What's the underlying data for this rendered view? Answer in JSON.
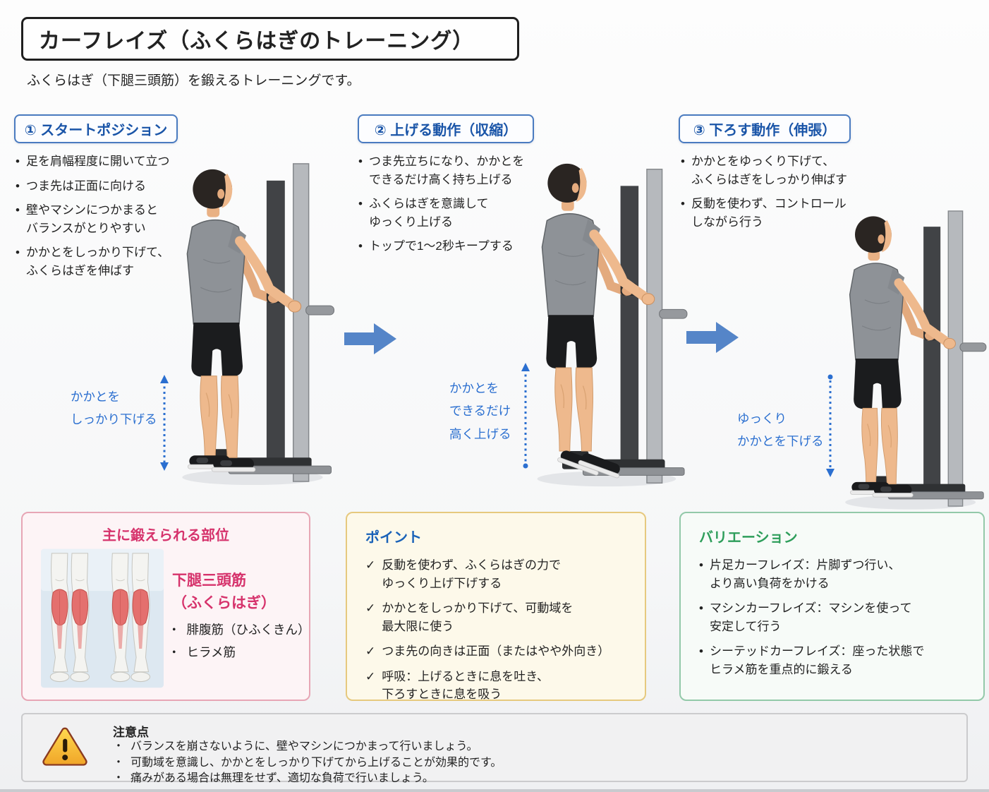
{
  "title": "カーフレイズ（ふくらはぎのトレーニング）",
  "subtitle": "ふくらはぎ（下腿三頭筋）を鍛えるトレーニングです。",
  "markers": {
    "bullet": "•",
    "check": "✓",
    "dot": "・"
  },
  "steps": [
    {
      "label": "① スタートポジション",
      "bullets": [
        [
          "足を肩幅程度に開いて立つ"
        ],
        [
          "つま先は正面に向ける"
        ],
        [
          "壁やマシンにつかまると",
          "バランスがとりやすい"
        ],
        [
          "かかとをしっかり下げて、",
          "ふくらはぎを伸ばす"
        ]
      ],
      "annotation": [
        "かかとを",
        "しっかり下げる"
      ],
      "arrow_style": "both",
      "figure_pose": "heels-down"
    },
    {
      "label": "② 上げる動作（収縮）",
      "bullets": [
        [
          "つま先立ちになり、かかとを",
          "できるだけ高く持ち上げる"
        ],
        [
          "ふくらはぎを意識して",
          "ゆっくり上げる"
        ],
        [
          "トップで1～2秒キープする"
        ]
      ],
      "annotation": [
        "かかとを",
        "できるだけ",
        "高く上げる"
      ],
      "arrow_style": "up",
      "figure_pose": "heels-up"
    },
    {
      "label": "③ 下ろす動作（伸張）",
      "bullets": [
        [
          "かかとをゆっくり下げて、",
          "ふくらはぎをしっかり伸ばす"
        ],
        [
          "反動を使わず、コントロール",
          "しながら行う"
        ]
      ],
      "annotation": [
        "ゆっくり",
        "かかとを下げる"
      ],
      "arrow_style": "down",
      "figure_pose": "heels-down"
    }
  ],
  "muscle_box": {
    "title": "主に鍛えられる部位",
    "muscle_name": "下腿三頭筋",
    "muscle_reading": "（ふくらはぎ）",
    "bullets": [
      "腓腹筋（ひふくきん）",
      "ヒラメ筋"
    ]
  },
  "points_box": {
    "title": "ポイント",
    "items": [
      [
        "反動を使わず、ふくらはぎの力で",
        "ゆっくり上げ下げする"
      ],
      [
        "かかとをしっかり下げて、可動域を",
        "最大限に使う"
      ],
      [
        "つま先の向きは正面（またはやや外向き）"
      ],
      [
        "呼吸：上げるときに息を吐き、",
        "下ろすときに息を吸う"
      ]
    ]
  },
  "variations_box": {
    "title": "バリエーション",
    "items": [
      [
        "片足カーフレイズ：片脚ずつ行い、",
        "より高い負荷をかける"
      ],
      [
        "マシンカーフレイズ：マシンを使って",
        "安定して行う"
      ],
      [
        "シーテッドカーフレイズ：座った状態で",
        "ヒラメ筋を重点的に鍛える"
      ]
    ]
  },
  "caution_box": {
    "icon": "warning-triangle",
    "title": "注意点",
    "items": [
      "バランスを崩さないように、壁やマシンにつかまって行いましょう。",
      "可動域を意識し、かかとをしっかり下げてから上げることが効果的です。",
      "痛みがある場合は無理をせず、適切な負荷で行いましょう。"
    ]
  },
  "colors": {
    "accent-blue": "#1a55a8",
    "step-border": "#4a7bc0",
    "annotation-blue": "#2b6fd0",
    "arrow-blue": "#5585c8",
    "text": "#222222",
    "muscle-title-red": "#d6336c",
    "muscle-red": "#e4706e",
    "pink-bg": "#fdf4f6",
    "pink-border": "#e7a6b5",
    "yellow-bg": "#fdf9ea",
    "yellow-border": "#e6c97e",
    "point-title-blue": "#1a62b8",
    "green-bg": "#f7fbf8",
    "green-border": "#93c9a9",
    "green-title": "#2e9e5b",
    "caution-bg": "#f1f1f2",
    "caution-border": "#cbcbcd",
    "warning-yellow": "#f9c33c",
    "skin": "#eeb98d",
    "shirt-gray": "#8e9297",
    "shorts-black": "#1b1c1e"
  }
}
